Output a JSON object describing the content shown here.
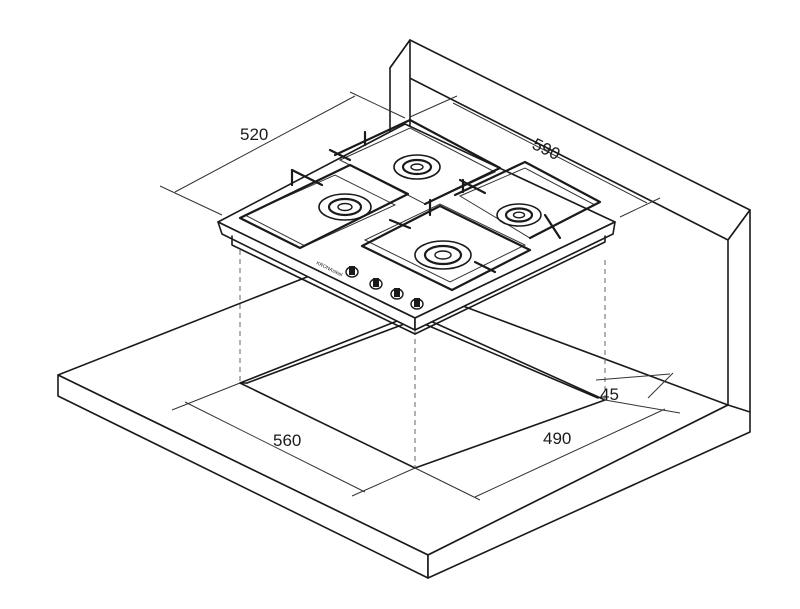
{
  "dimensions": {
    "hob_depth": "520",
    "hob_width": "590",
    "cutout_width": "560",
    "cutout_depth": "490",
    "edge_offset": "45"
  }
}
